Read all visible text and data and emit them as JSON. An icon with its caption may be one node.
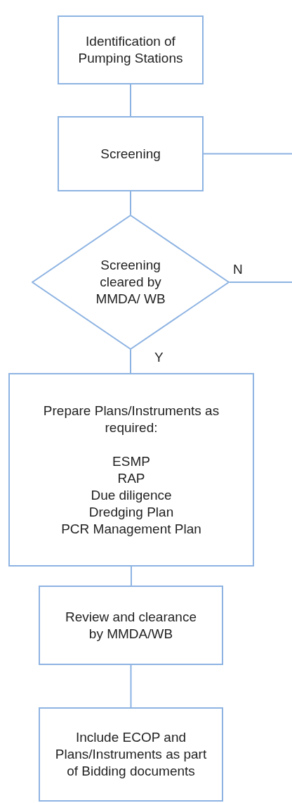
{
  "diagram": {
    "nodes": [
      {
        "text": [
          "Identification of Pumping Stations"
        ]
      },
      {
        "text": [
          "Screening"
        ]
      },
      {
        "text": [
          "Screening cleared by MMDA/ WB"
        ]
      },
      {
        "text": [
          "Prepare Plans/Instruments as required:",
          "ESMP",
          "RAP",
          "Due diligence",
          "Dredging Plan",
          "PCR Management Plan"
        ]
      },
      {
        "text": [
          "Review and clearance by MMDA/WB"
        ]
      },
      {
        "text": [
          "Include ECOP and Plans/Instruments as part of Bidding documents"
        ]
      }
    ],
    "edges": [
      {
        "from": 0,
        "to": 1,
        "arrow": "none"
      },
      {
        "from": 1,
        "to": 2,
        "arrow": "none"
      },
      {
        "from": 2,
        "to": 3,
        "arrow": "none",
        "label": "Y"
      },
      {
        "from": 3,
        "to": 4,
        "arrow": "none"
      },
      {
        "from": 4,
        "to": 5,
        "arrow": "none"
      },
      {
        "from": 1,
        "to": null,
        "arrow": "none"
      },
      {
        "from": 2,
        "to": null,
        "arrow": "none",
        "label": "N"
      }
    ]
  }
}
